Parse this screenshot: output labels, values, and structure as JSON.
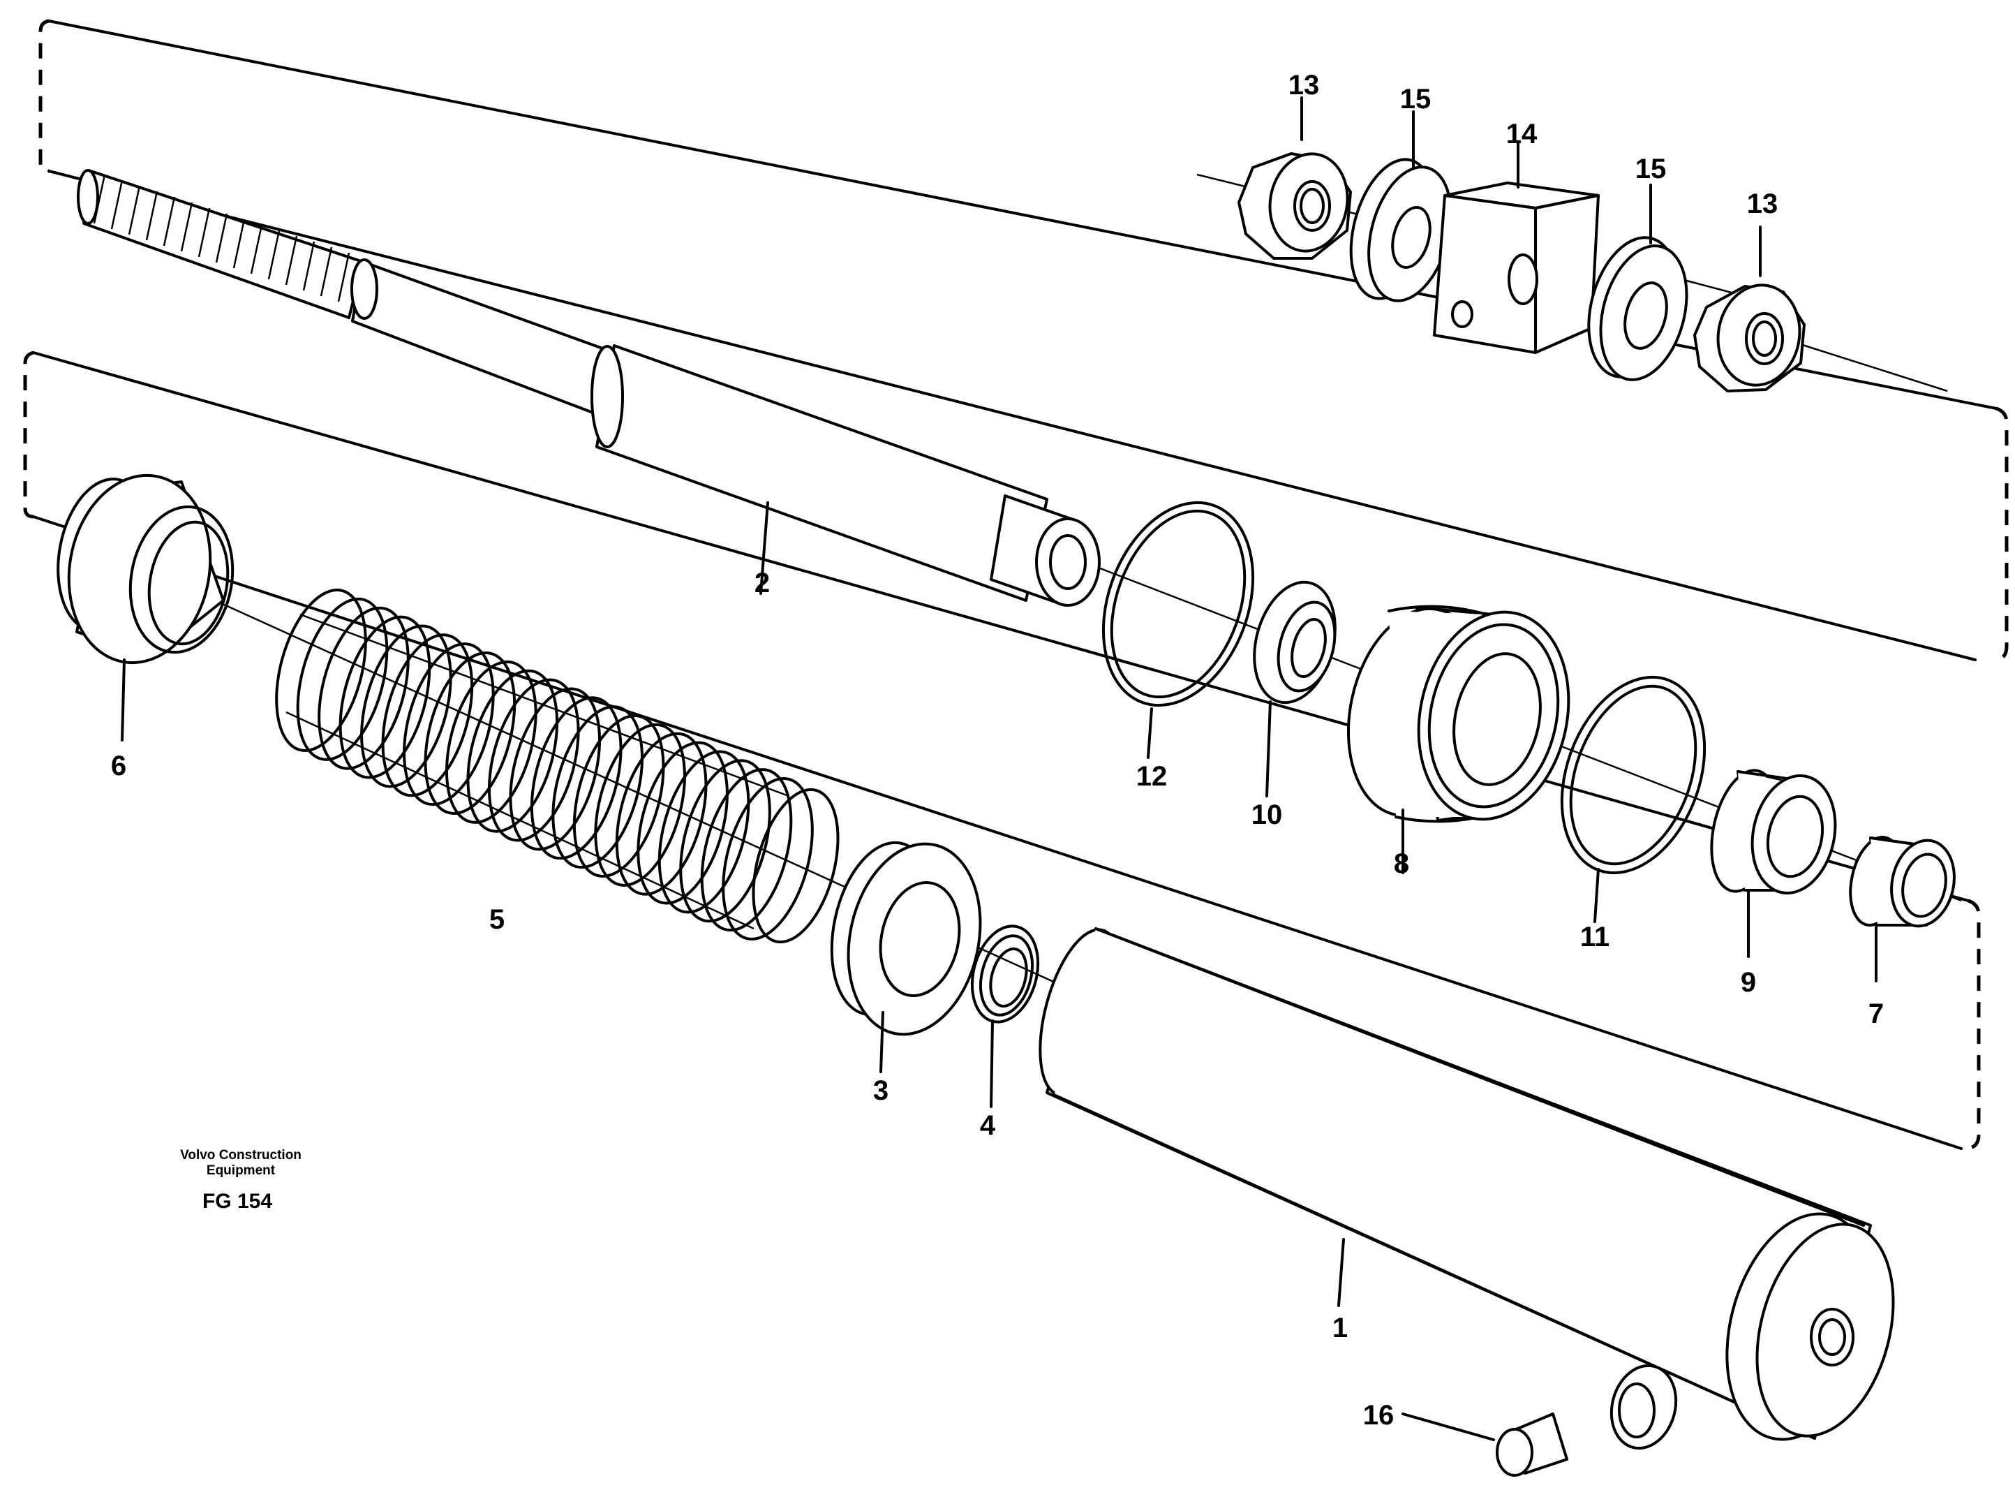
{
  "diagram": {
    "callouts": [
      {
        "id": "1",
        "label": "1"
      },
      {
        "id": "2",
        "label": "2"
      },
      {
        "id": "3",
        "label": "3"
      },
      {
        "id": "4",
        "label": "4"
      },
      {
        "id": "5",
        "label": "5"
      },
      {
        "id": "6",
        "label": "6"
      },
      {
        "id": "7",
        "label": "7"
      },
      {
        "id": "8",
        "label": "8"
      },
      {
        "id": "9",
        "label": "9"
      },
      {
        "id": "10",
        "label": "10"
      },
      {
        "id": "11",
        "label": "11"
      },
      {
        "id": "12",
        "label": "12"
      },
      {
        "id": "13a",
        "label": "13"
      },
      {
        "id": "13b",
        "label": "13"
      },
      {
        "id": "14",
        "label": "14"
      },
      {
        "id": "15a",
        "label": "15"
      },
      {
        "id": "15b",
        "label": "15"
      },
      {
        "id": "16",
        "label": "16"
      }
    ],
    "caption": {
      "line1": "Volvo Construction",
      "line2": "Equipment",
      "code": "FG 154"
    }
  }
}
